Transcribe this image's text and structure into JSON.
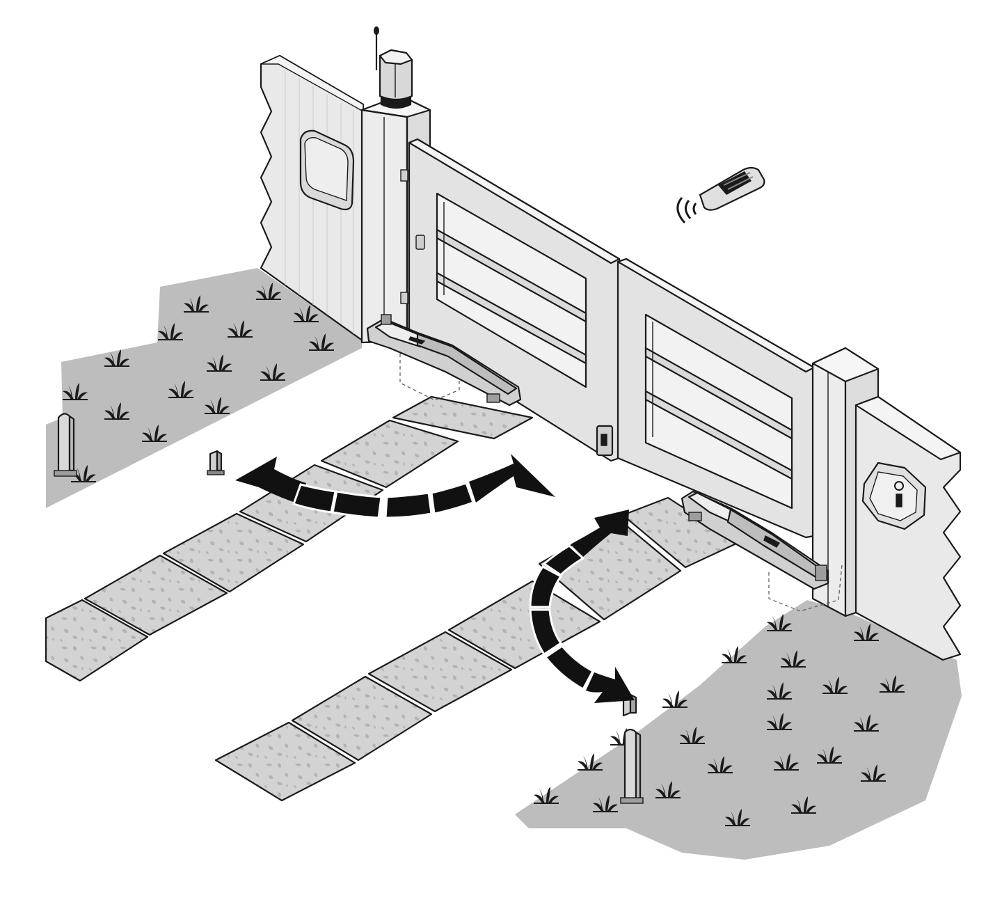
{
  "figure": {
    "description_visible_text": [],
    "colors": {
      "ink": "#1a1a1a",
      "grass": "#bdbdbd",
      "paving": "#d2d2d2",
      "wall": "#e9e9e9",
      "gate": "#e2e2e2",
      "arrow": "#111111",
      "background": "#ffffff"
    },
    "components": [
      {
        "id": "flashing-light",
        "icon": "flashing-lamp-icon"
      },
      {
        "id": "antenna",
        "icon": "antenna-icon"
      },
      {
        "id": "control-unit",
        "icon": "control-box-icon"
      },
      {
        "id": "remote-control",
        "icon": "remote-transmitter-icon"
      },
      {
        "id": "left-gate-motor",
        "icon": "swing-gate-actuator-icon"
      },
      {
        "id": "right-gate-motor",
        "icon": "swing-gate-actuator-icon"
      },
      {
        "id": "key-selector",
        "icon": "key-switch-icon"
      },
      {
        "id": "photocell-left-post",
        "icon": "photocell-post-icon"
      },
      {
        "id": "photocell-right-post",
        "icon": "photocell-post-icon"
      },
      {
        "id": "photocell-left-wall",
        "icon": "photocell-icon"
      },
      {
        "id": "photocell-right-wall",
        "icon": "photocell-icon"
      },
      {
        "id": "electric-lock",
        "icon": "electric-lock-icon"
      },
      {
        "id": "gate-stopper",
        "icon": "gate-stop-icon"
      }
    ],
    "arrows": [
      {
        "id": "left-leaf-swing",
        "icon": "double-headed-curved-arrow-icon"
      },
      {
        "id": "right-leaf-swing",
        "icon": "double-headed-curved-arrow-icon"
      }
    ]
  }
}
